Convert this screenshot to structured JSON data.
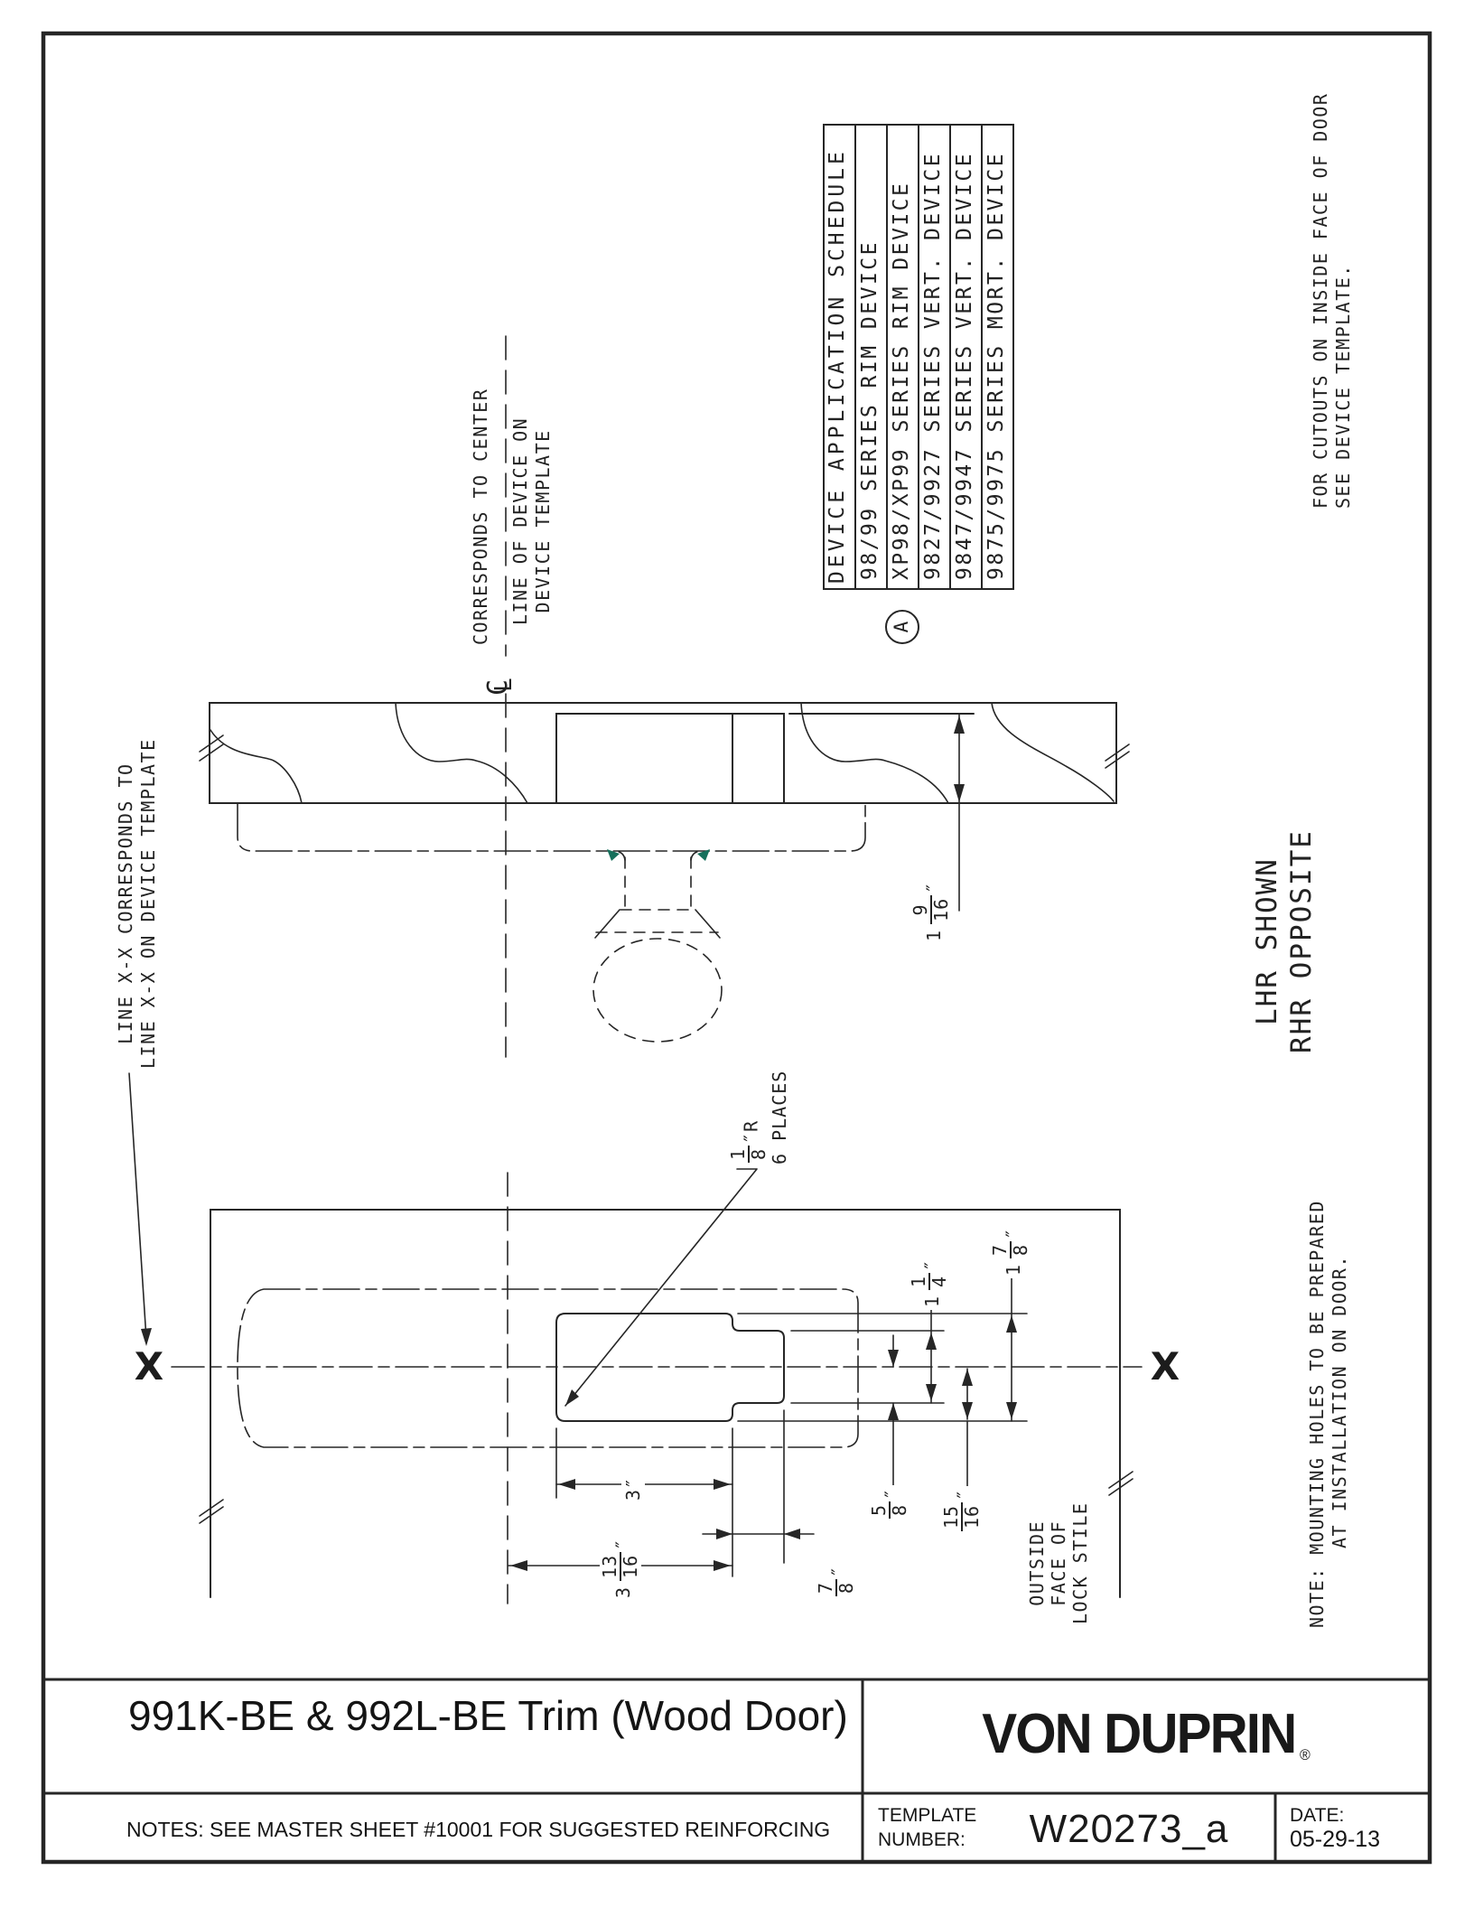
{
  "title_block": {
    "title": "991K-BE & 992L-BE Trim (Wood Door)",
    "notes": "NOTES: SEE MASTER SHEET #10001 FOR SUGGESTED REINFORCING",
    "brand": "VON DUPRIN",
    "registered_mark": "®",
    "template_label_line1": "TEMPLATE",
    "template_label_line2": "NUMBER:",
    "template_number": "W20273_a",
    "date_label": "DATE:",
    "date_value": "05-29-13"
  },
  "schedule_table": {
    "header": "DEVICE APPLICATION SCHEDULE",
    "rows": [
      "98/99 SERIES RIM DEVICE",
      "XP98/XP99 SERIES RIM DEVICE",
      "9827/9927 SERIES VERT. DEVICE",
      "9847/9947 SERIES VERT. DEVICE",
      "9875/9975 SERIES MORT. DEVICE"
    ],
    "note_marker": "A"
  },
  "annotations": {
    "center_note_line1": "CORRESPONDS TO CENTER",
    "center_note_line2": "LINE OF DEVICE ON",
    "center_note_line3": "DEVICE TEMPLATE",
    "cl_c": "C",
    "cl_l": "L",
    "line_xx_line1": "LINE X-X CORRESPONDS TO",
    "line_xx_line2": "LINE X-X ON DEVICE TEMPLATE",
    "cutouts_line1": "FOR CUTOUTS ON INSIDE FACE OF DOOR",
    "cutouts_line2": "SEE DEVICE TEMPLATE.",
    "handing_line1": "LHR SHOWN",
    "handing_line2": "RHR OPPOSITE",
    "mounting_line1": "NOTE: MOUNTING HOLES TO BE PREPARED",
    "mounting_line2": "AT INSTALLATION ON DOOR.",
    "stile_line1": "OUTSIDE",
    "stile_line2": "FACE OF",
    "stile_line3": "LOCK STILE",
    "x_marker": "X",
    "radius_places": "6 PLACES",
    "cutout_width_label": "3″"
  },
  "dimensions": {
    "door_thickness": {
      "whole": "1",
      "num": "9",
      "den": "16",
      "suffix": "″"
    },
    "radius": {
      "whole": "",
      "num": "1",
      "den": "8",
      "suffix": "″R"
    },
    "cl_to_edge": {
      "whole": "3",
      "num": "13",
      "den": "16",
      "suffix": "″"
    },
    "ext_width": {
      "whole": "",
      "num": "7",
      "den": "8",
      "suffix": "″"
    },
    "cl_to_ext_bottom": {
      "whole": "",
      "num": "5",
      "den": "8",
      "suffix": "″"
    },
    "cl_to_cutout_bottom": {
      "whole": "",
      "num": "15",
      "den": "16",
      "suffix": "″"
    },
    "ext_height": {
      "whole": "1",
      "num": "1",
      "den": "4",
      "suffix": "″"
    },
    "cutout_height": {
      "whole": "1",
      "num": "7",
      "den": "8",
      "suffix": "″"
    }
  },
  "colors": {
    "line": "#262626",
    "accent_teal": "#17705c"
  }
}
